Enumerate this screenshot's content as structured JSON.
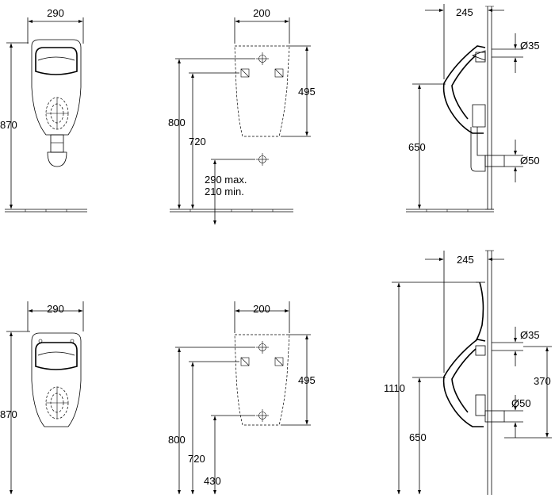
{
  "dimensions": {
    "top_front_width": "290",
    "top_front_height": "870",
    "top_mount_width": "200",
    "top_mount_height": "495",
    "top_mount_800": "800",
    "top_mount_720": "720",
    "top_mount_max": "290 max.",
    "top_mount_min": "210 min.",
    "top_side_depth": "245",
    "top_side_inlet": "Ø35",
    "top_side_height": "650",
    "top_side_outlet": "Ø50",
    "bot_front_width": "290",
    "bot_front_height": "870",
    "bot_mount_width": "200",
    "bot_mount_height": "495",
    "bot_mount_800": "800",
    "bot_mount_720": "720",
    "bot_mount_430": "430",
    "bot_side_depth": "245",
    "bot_side_inlet": "Ø35",
    "bot_side_370": "370",
    "bot_side_outlet": "Ø50",
    "bot_side_1110": "1110",
    "bot_side_650": "650"
  }
}
